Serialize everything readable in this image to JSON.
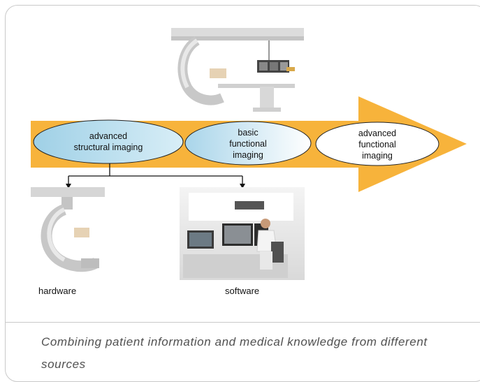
{
  "diagram": {
    "stages": [
      {
        "label": "advanced structural imaging",
        "lines": [
          "advanced",
          "structural imaging"
        ]
      },
      {
        "label": "basic functional imaging",
        "lines": [
          "basic",
          "functional",
          "imaging"
        ]
      },
      {
        "label": "advanced functional imaging",
        "lines": [
          "advanced",
          "functional",
          "imaging"
        ]
      }
    ],
    "branches": {
      "hardware": "hardware",
      "software": "software"
    },
    "caption": "Combining patient information and medical knowledge from different sources"
  },
  "colors": {
    "arrow": "#f7b33b",
    "ellipse_blue": "#c7e4f2",
    "ellipse_white": "#ffffff",
    "border": "#c9c9c9"
  },
  "icons": [
    "angiography-system-image",
    "c-arm-image",
    "workstation-image"
  ]
}
